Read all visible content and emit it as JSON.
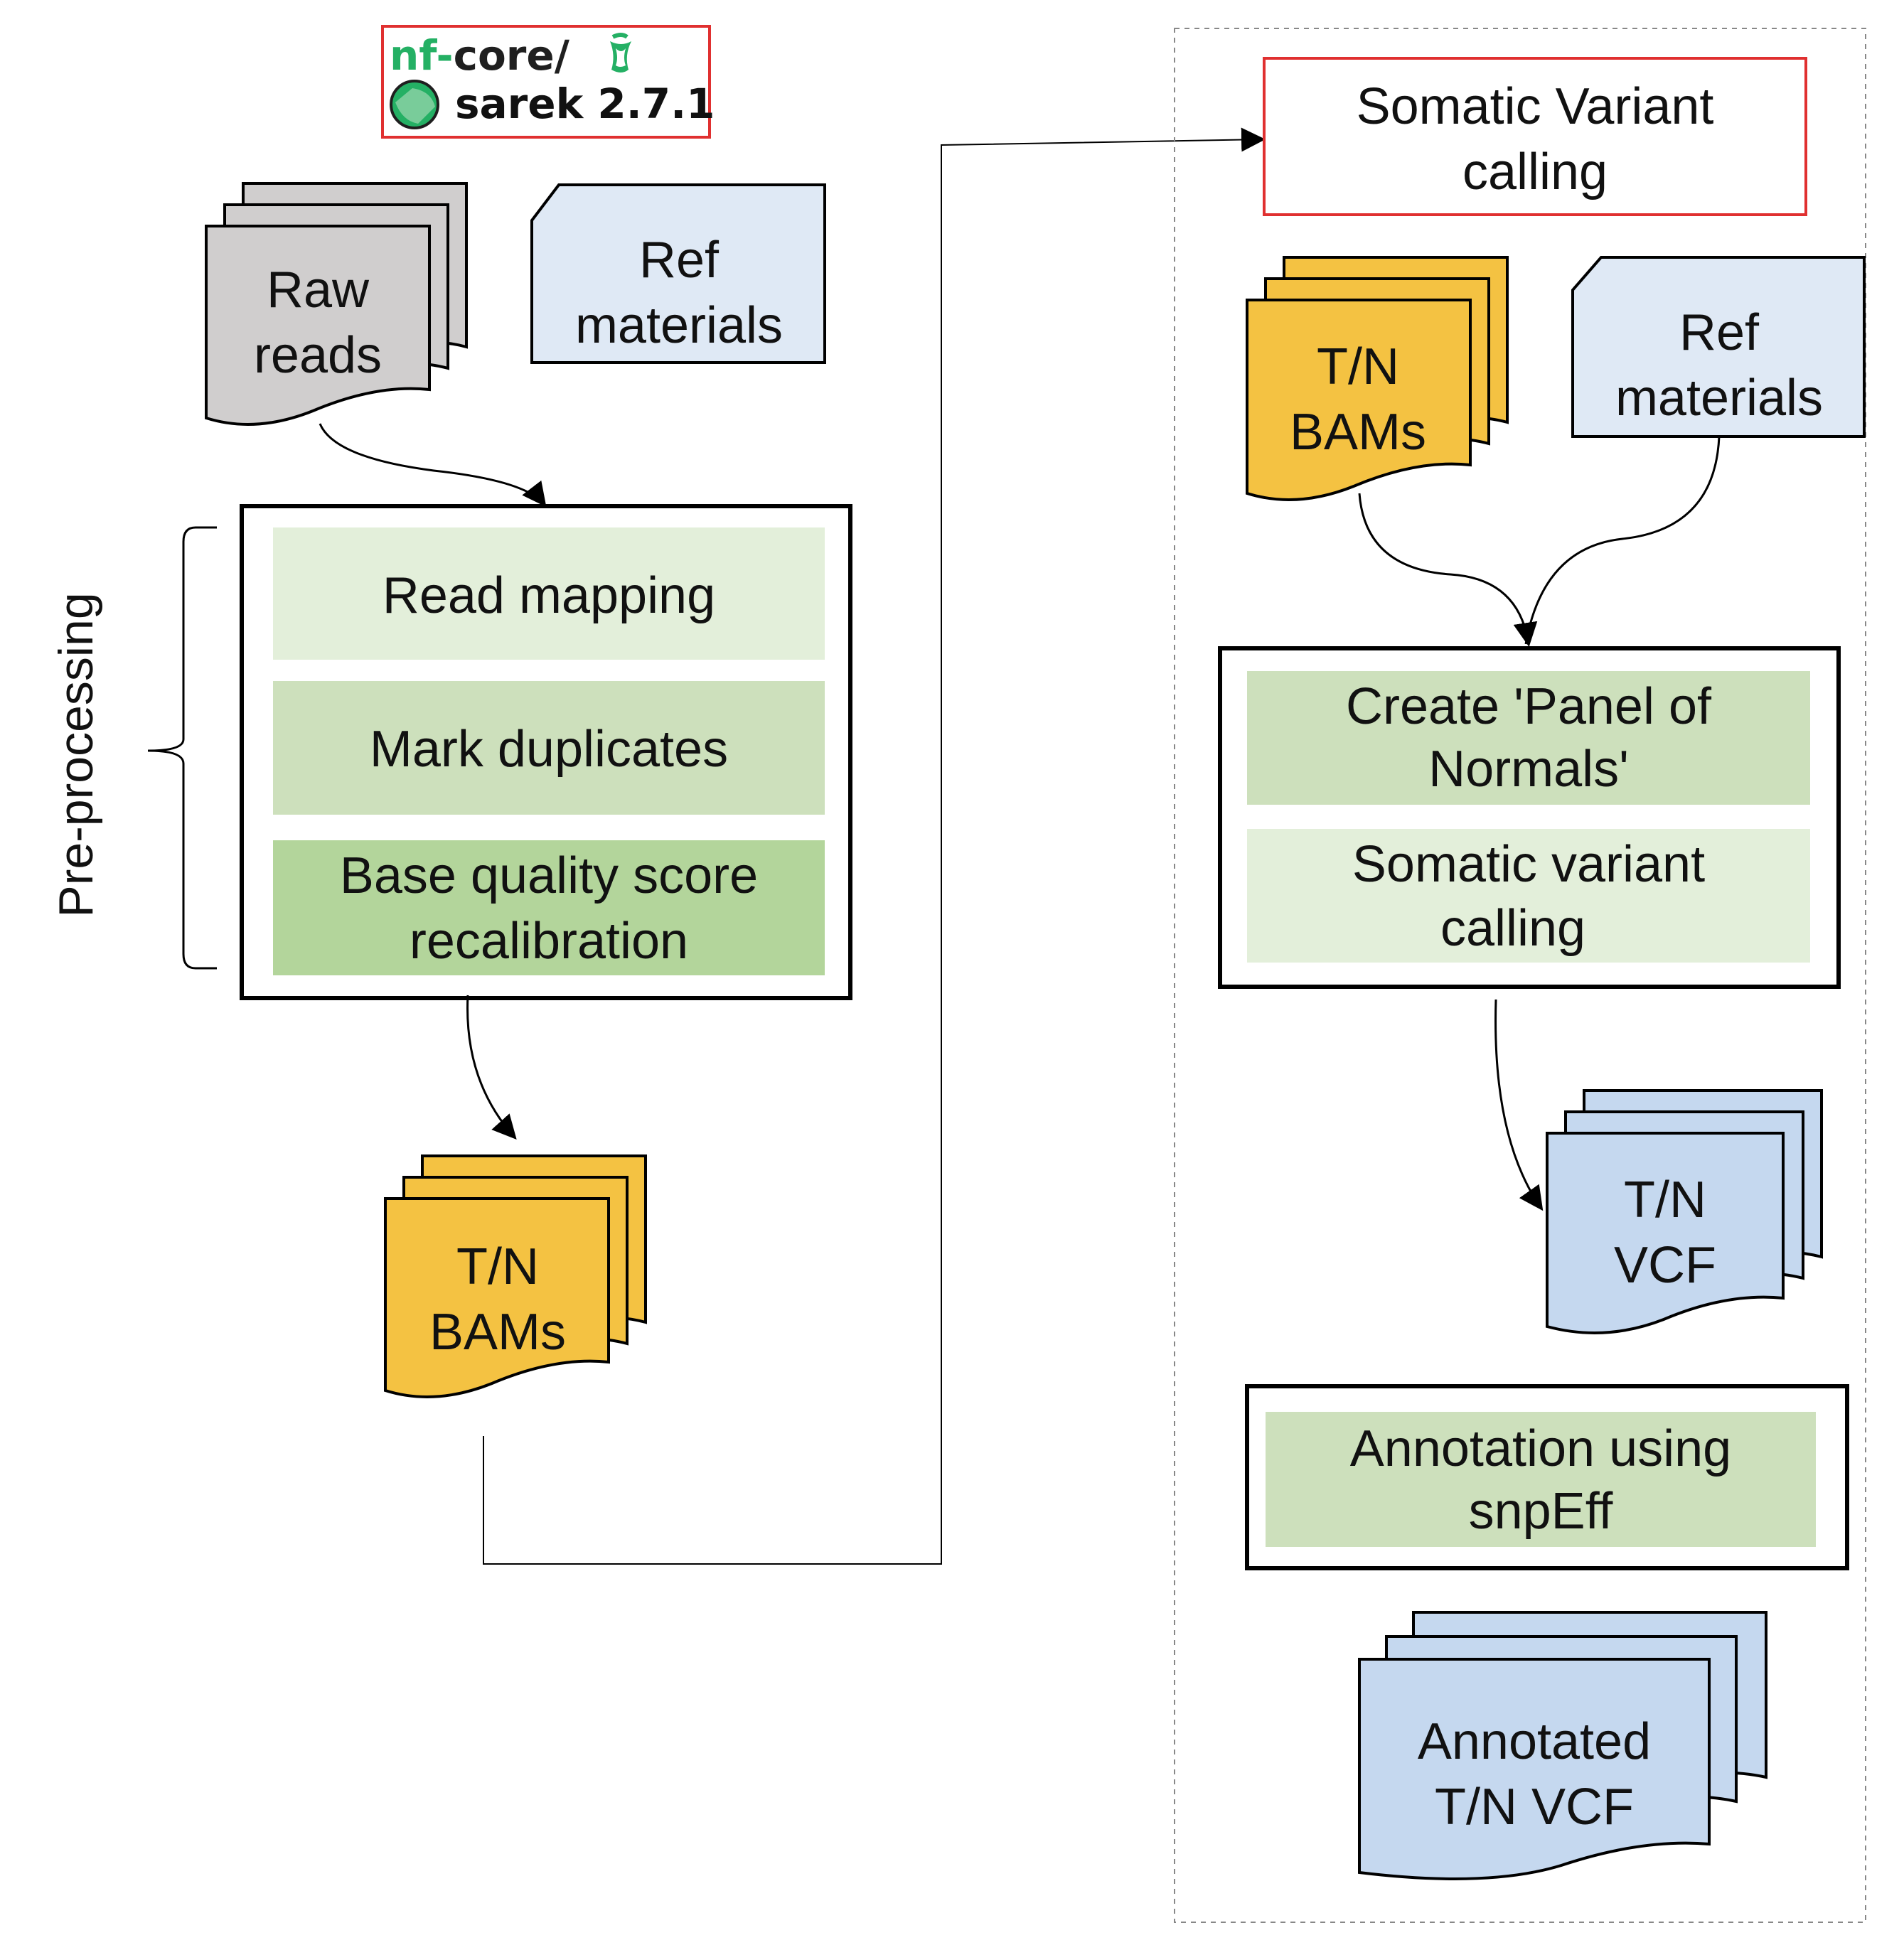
{
  "logo": {
    "line1_prefix": "nf-",
    "line1_suffix": "core/",
    "line2": "sarek 2.7.1",
    "colors": {
      "green": "#24B064",
      "dark": "#1f1f1f",
      "border": "#e03030"
    }
  },
  "section_label": "Pre-processing",
  "documents": {
    "raw_reads": {
      "line1": "Raw",
      "line2": "reads"
    },
    "ref_materials_left": {
      "line1": "Ref",
      "line2": "materials"
    },
    "bams_left": {
      "line1": "T/N",
      "line2": "BAMs"
    },
    "bams_right": {
      "line1": "T/N",
      "line2": "BAMs"
    },
    "ref_materials_right": {
      "line1": "Ref",
      "line2": "materials"
    },
    "vcf": {
      "line1": "T/N",
      "line2": "VCF"
    },
    "annotated_vcf": {
      "line1": "Annotated",
      "line2": "T/N VCF"
    }
  },
  "preprocessing_steps": [
    {
      "line1": "Read mapping",
      "line2": ""
    },
    {
      "line1": "Mark duplicates",
      "line2": ""
    },
    {
      "line1": "Base quality score",
      "line2": "recalibration"
    }
  ],
  "somatic_title": {
    "line1": "Somatic Variant",
    "line2": "calling"
  },
  "somatic_steps": [
    {
      "line1": "Create 'Panel of",
      "line2": "Normals'"
    },
    {
      "line1": "Somatic variant",
      "line2": "calling"
    }
  ],
  "annotation_step": {
    "line1": "Annotation using",
    "line2": "snpEff"
  },
  "colors": {
    "raw_reads_fill": "#d0cece",
    "bam_fill": "#f4c242",
    "ref_fill": "#dfe9f5",
    "vcf_fill": "#c5d8ef",
    "step_light": "#e3efda",
    "step_mid": "#cde0bc",
    "step_dark": "#b3d59b",
    "title_border": "#e03030"
  }
}
